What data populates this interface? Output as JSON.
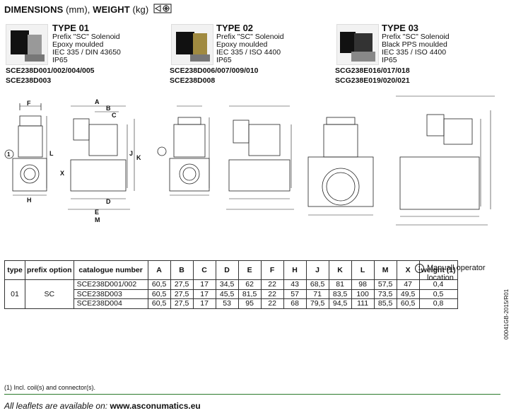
{
  "header": {
    "title": "DIMENSIONS",
    "unit": "(mm),",
    "weight_label": "WEIGHT",
    "weight_unit": "(kg)"
  },
  "types": [
    {
      "name": "TYPE 01",
      "lines": [
        "Prefix \"SC\" Solenoid",
        "Epoxy moulded",
        "IEC 335 / DIN 43650",
        "IP65"
      ],
      "codes": [
        "SCE238D001/002/004/005",
        "SCE238D003"
      ]
    },
    {
      "name": "TYPE 02",
      "lines": [
        "Prefix \"SC\" Solenoid",
        "Epoxy moulded",
        "IEC 335 / ISO 4400",
        "IP65"
      ],
      "codes": [
        "SCE238D006/007/009/010",
        "SCE238D008"
      ]
    },
    {
      "name": "TYPE 03",
      "lines": [
        "Prefix \"SC\" Solenoid",
        "Black PPS moulded",
        "IEC 335 / ISO 4400",
        "IP65"
      ],
      "codes": [
        "SCG238E016/017/018",
        "SCG238E019/020/021"
      ]
    }
  ],
  "drawing_labels": {
    "A": "A",
    "B": "B",
    "C": "C",
    "D": "D",
    "E": "E",
    "F": "F",
    "H": "H",
    "J": "J",
    "K": "K",
    "L": "L",
    "M": "M",
    "X": "X",
    "one": "1"
  },
  "table": {
    "headers": [
      "type",
      "prefix option",
      "catalogue number",
      "A",
      "B",
      "C",
      "D",
      "E",
      "F",
      "H",
      "J",
      "K",
      "L",
      "M",
      "X",
      "weight (1)"
    ],
    "groups": [
      {
        "type": "01",
        "prefix": "SC",
        "rows": [
          [
            "SCE238D001/002",
            "60,5",
            "27,5",
            "17",
            "34,5",
            "62",
            "22",
            "43",
            "68,5",
            "81",
            "98",
            "57,5",
            "47",
            "0,4"
          ],
          [
            "SCE238D003",
            "60,5",
            "27,5",
            "17",
            "45,5",
            "81,5",
            "22",
            "57",
            "71",
            "83,5",
            "100",
            "73,5",
            "49,5",
            "0,5"
          ],
          [
            "SCE238D004",
            "60,5",
            "27,5",
            "17",
            "53",
            "95",
            "22",
            "68",
            "79,5",
            "94,5",
            "111",
            "85,5",
            "60,5",
            "0,8"
          ]
        ]
      }
    ]
  },
  "legend": {
    "number": "1",
    "text_line1": "Manuall operator",
    "text_line2": "location"
  },
  "footnote": "(1) Incl. coil(s) and connector(s).",
  "leaflet": {
    "text": "All leaflets are available on:",
    "url": "www.asconumatics.eu"
  },
  "doc_code": "00041GB-2015/R01"
}
